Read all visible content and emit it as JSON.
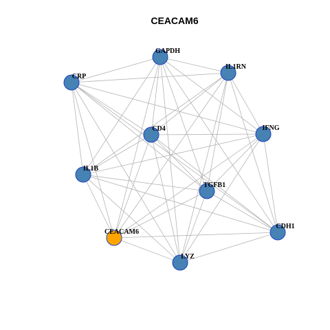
{
  "title": "CEACAM6",
  "colors": {
    "node_fill": "#4682B4",
    "node_stroke": "#1F3FBF",
    "highlight_fill": "#FFA500",
    "edge": "#B3B3B3",
    "background": "#FFFFFF"
  },
  "graph": {
    "nodes": [
      {
        "id": "GAPDH",
        "label": "GAPDH",
        "highlight": false
      },
      {
        "id": "IL1RN",
        "label": "IL1RN",
        "highlight": false
      },
      {
        "id": "CRP",
        "label": "CRP",
        "highlight": false
      },
      {
        "id": "CD4",
        "label": "CD4",
        "highlight": false
      },
      {
        "id": "IFNG",
        "label": "IFNG",
        "highlight": false
      },
      {
        "id": "IL1B",
        "label": "IL1B",
        "highlight": false
      },
      {
        "id": "TGFB1",
        "label": "TGFB1",
        "highlight": false
      },
      {
        "id": "CEACAM6",
        "label": "CEACAM6",
        "highlight": true
      },
      {
        "id": "CDH1",
        "label": "CDH1",
        "highlight": false
      },
      {
        "id": "LYZ",
        "label": "LYZ",
        "highlight": false
      }
    ],
    "edges": [
      [
        "GAPDH",
        "IL1RN"
      ],
      [
        "GAPDH",
        "CRP"
      ],
      [
        "GAPDH",
        "CD4"
      ],
      [
        "GAPDH",
        "IFNG"
      ],
      [
        "GAPDH",
        "IL1B"
      ],
      [
        "GAPDH",
        "TGFB1"
      ],
      [
        "GAPDH",
        "CEACAM6"
      ],
      [
        "GAPDH",
        "CDH1"
      ],
      [
        "GAPDH",
        "LYZ"
      ],
      [
        "IL1RN",
        "CRP"
      ],
      [
        "IL1RN",
        "CD4"
      ],
      [
        "IL1RN",
        "IFNG"
      ],
      [
        "IL1RN",
        "IL1B"
      ],
      [
        "IL1RN",
        "TGFB1"
      ],
      [
        "IL1RN",
        "CEACAM6"
      ],
      [
        "IL1RN",
        "CDH1"
      ],
      [
        "IL1RN",
        "LYZ"
      ],
      [
        "CRP",
        "CD4"
      ],
      [
        "CRP",
        "IFNG"
      ],
      [
        "CRP",
        "IL1B"
      ],
      [
        "CRP",
        "TGFB1"
      ],
      [
        "CRP",
        "CEACAM6"
      ],
      [
        "CRP",
        "CDH1"
      ],
      [
        "CRP",
        "LYZ"
      ],
      [
        "CD4",
        "IFNG"
      ],
      [
        "CD4",
        "IL1B"
      ],
      [
        "CD4",
        "TGFB1"
      ],
      [
        "CD4",
        "CEACAM6"
      ],
      [
        "CD4",
        "CDH1"
      ],
      [
        "CD4",
        "LYZ"
      ],
      [
        "IFNG",
        "IL1B"
      ],
      [
        "IFNG",
        "TGFB1"
      ],
      [
        "IFNG",
        "CEACAM6"
      ],
      [
        "IFNG",
        "CDH1"
      ],
      [
        "IFNG",
        "LYZ"
      ],
      [
        "IL1B",
        "TGFB1"
      ],
      [
        "IL1B",
        "CEACAM6"
      ],
      [
        "IL1B",
        "CDH1"
      ],
      [
        "IL1B",
        "LYZ"
      ],
      [
        "TGFB1",
        "CEACAM6"
      ],
      [
        "TGFB1",
        "CDH1"
      ],
      [
        "TGFB1",
        "LYZ"
      ],
      [
        "CEACAM6",
        "CDH1"
      ],
      [
        "CEACAM6",
        "LYZ"
      ],
      [
        "CDH1",
        "LYZ"
      ]
    ]
  }
}
